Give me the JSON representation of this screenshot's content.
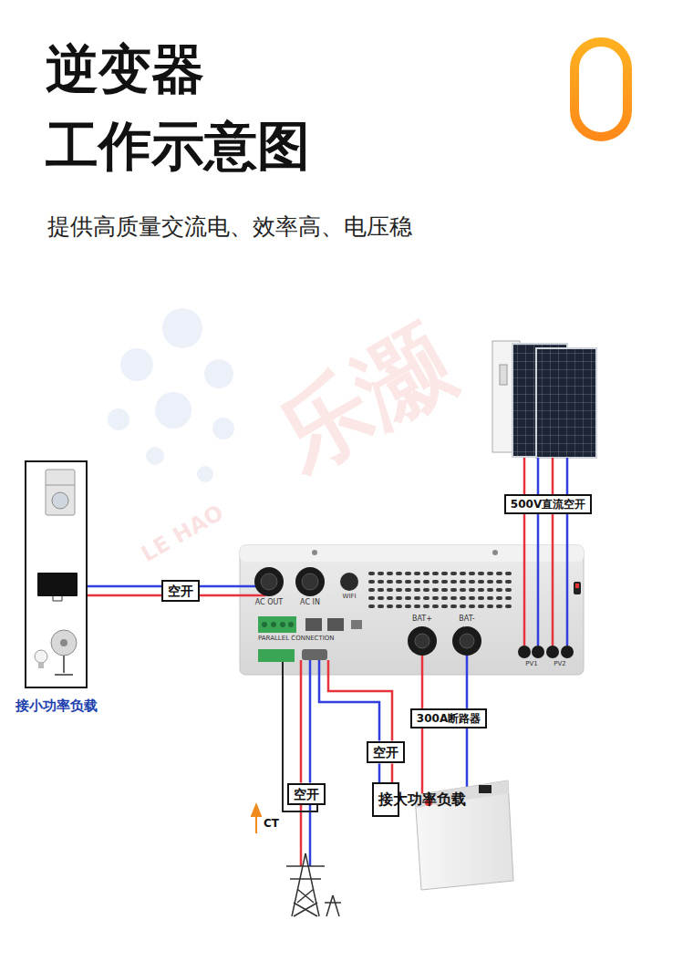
{
  "diagram": {
    "title": "逆变器 工作示意图",
    "nodes": [
      {
        "text": [
          "接小功率负载"
        ]
      },
      {
        "text": [
          "500V直流空开"
        ]
      },
      {
        "text": [
          "AC OUT",
          "AC IN",
          "WIFI",
          "PARALLEL CONNECTION",
          "BAT+",
          "BAT-",
          "PV1",
          "PV2"
        ]
      },
      {
        "text": [
          "空开"
        ]
      },
      {
        "text": [
          "300A断路器"
        ]
      },
      {
        "text": [
          "空开"
        ]
      },
      {
        "text": [
          "空开"
        ]
      },
      {
        "text": [
          "接大功率负载"
        ]
      }
    ],
    "edges": [
      {
        "from": 0,
        "to": 3,
        "arrow": "none"
      },
      {
        "from": 3,
        "to": 2,
        "arrow": "none"
      },
      {
        "from": 1,
        "to": 2,
        "arrow": "none"
      },
      {
        "from": 2,
        "to": 4,
        "arrow": "none"
      },
      {
        "from": 2,
        "to": 5,
        "arrow": "none"
      },
      {
        "from": 5,
        "to": 7,
        "arrow": "none"
      },
      {
        "from": 2,
        "to": 6,
        "arrow": "none"
      }
    ],
    "labels": [
      "提供高质量交流电、效率高、电压稳",
      "CT",
      "乐灏",
      "LE HAO"
    ]
  }
}
